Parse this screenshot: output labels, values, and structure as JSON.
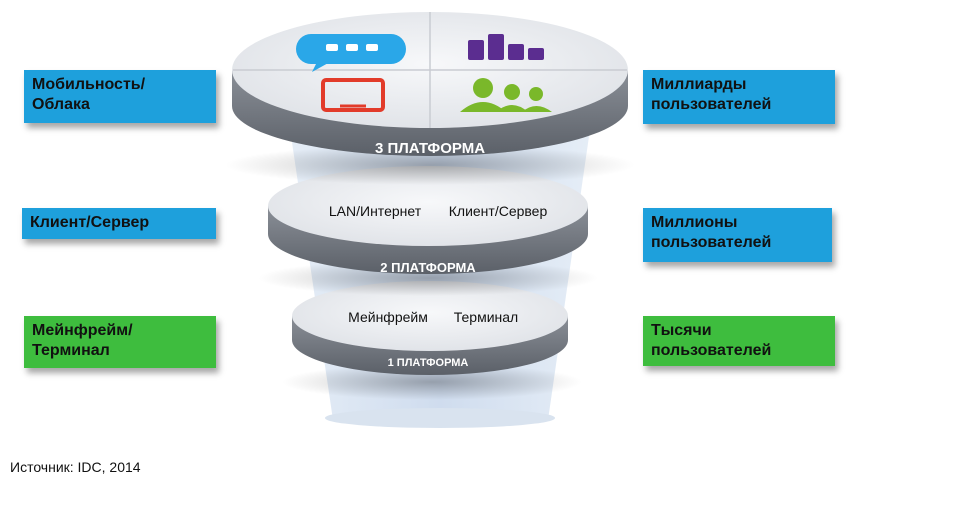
{
  "left_labels": [
    {
      "lines": [
        "Мобильность/",
        "Облака"
      ],
      "color": "#1ea0dc"
    },
    {
      "lines": [
        "Клиент/Сервер"
      ],
      "color": "#1ea0dc"
    },
    {
      "lines": [
        "Мейнфрейм/",
        "Терминал"
      ],
      "color": "#3ebd3e"
    }
  ],
  "right_labels": [
    {
      "lines": [
        "Миллиарды",
        "пользователей"
      ],
      "color": "#1ea0dc"
    },
    {
      "lines": [
        "Миллионы",
        "пользователей"
      ],
      "color": "#1ea0dc"
    },
    {
      "lines": [
        "Тысячи",
        "пользователей"
      ],
      "color": "#3ebd3e"
    }
  ],
  "platforms": {
    "p3": {
      "name": "3 ПЛАТФОРМА",
      "icons": [
        "chat-bubble-icon",
        "bar-chart-icon",
        "tablet-icon",
        "users-icon"
      ]
    },
    "p2": {
      "name": "2 ПЛАТФОРМА",
      "left_text": "LAN/Интернет",
      "right_text": "Клиент/Сервер"
    },
    "p1": {
      "name": "1 ПЛАТФОРМА",
      "left_text": "Мейнфрейм",
      "right_text": "Терминал"
    }
  },
  "icon_colors": {
    "chat": "#2aa7e8",
    "bars": "#5b2d90",
    "tablet": "#e23b2a",
    "users": "#7ab82a"
  },
  "source": "Источник: IDC, 2014"
}
